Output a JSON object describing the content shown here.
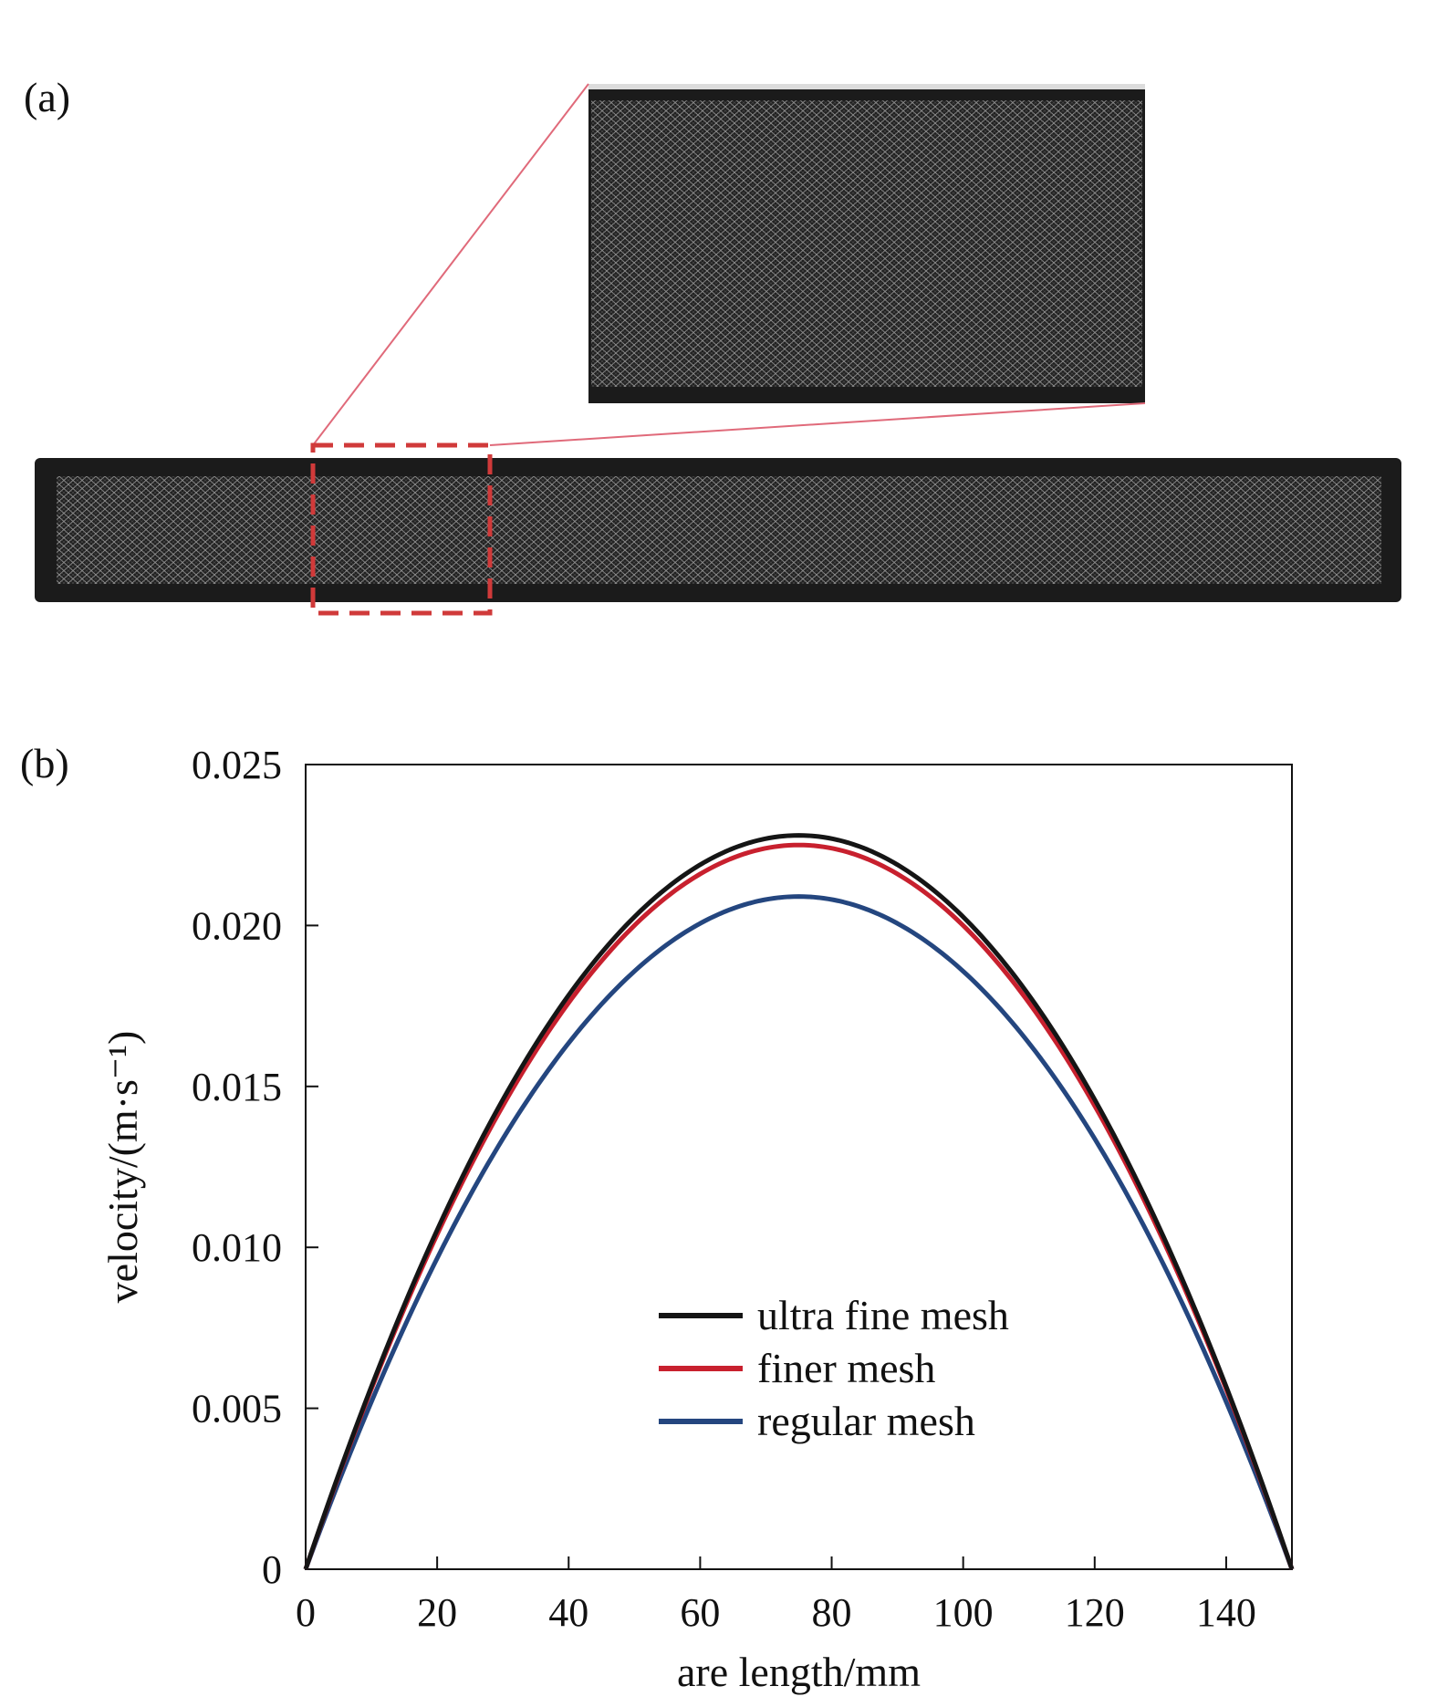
{
  "panels": {
    "a_label": "(a)",
    "b_label": "(b)"
  },
  "colors": {
    "mesh_background": "#1b1b1b",
    "mesh_line": "#9a9a9a",
    "zoom_connector": "#e06a7a",
    "selection_box": "#d03a3a",
    "ultra_fine": "#151515",
    "finer": "#c8202e",
    "regular": "#24467f"
  },
  "chart_data": {
    "type": "line",
    "title": "",
    "xlabel": "are length/mm",
    "ylabel": "velocity/(m·s⁻¹)",
    "xlim": [
      0,
      150
    ],
    "ylim": [
      0,
      0.025
    ],
    "x_ticks": [
      "0",
      "20",
      "40",
      "60",
      "80",
      "100",
      "120",
      "140"
    ],
    "y_ticks": [
      "0",
      "0.005",
      "0.010",
      "0.015",
      "0.020",
      "0.025"
    ],
    "legend_position": "lower-center",
    "grid": false,
    "series": [
      {
        "name": "ultra fine mesh",
        "color": "#151515",
        "peak_x": 75,
        "peak_y": 0.0228,
        "x_start": 0,
        "x_end": 150
      },
      {
        "name": "finer mesh",
        "color": "#c8202e",
        "peak_x": 75,
        "peak_y": 0.0225,
        "x_start": 0,
        "x_end": 150
      },
      {
        "name": "regular mesh",
        "color": "#24467f",
        "peak_x": 75,
        "peak_y": 0.0209,
        "x_start": 0,
        "x_end": 150
      }
    ]
  }
}
